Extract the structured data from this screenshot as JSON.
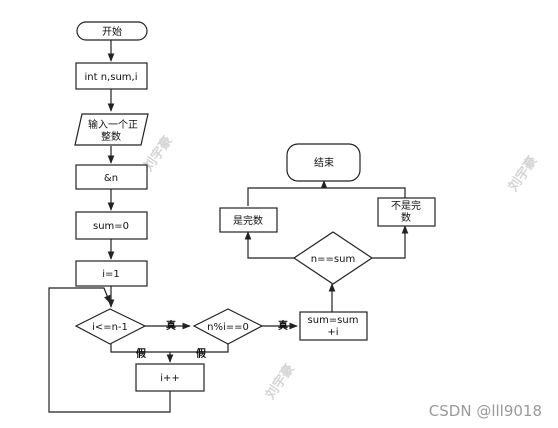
{
  "flowchart": {
    "nodes": {
      "start": "开始",
      "declare": "int n,sum,i",
      "input_line1": "输入一个正",
      "input_line2": "整数",
      "read": "&n",
      "init_sum": "sum=0",
      "init_i": "i=1",
      "cond_loop": "i<=n-1",
      "cond_mod": "n%i==0",
      "accumulate_line1": "sum=sum",
      "accumulate_line2": "+i",
      "increment": "i++",
      "cond_perfect": "n==sum",
      "yes_perfect": "是完数",
      "not_perfect_line1": "不是完",
      "not_perfect_line2": "数",
      "end": "结束"
    },
    "edge_labels": {
      "loop_true": "真",
      "mod_true": "真",
      "loop_false": "假",
      "mod_false": "假"
    }
  },
  "watermarks": [
    "刘宇豪",
    "刘宇豪",
    "刘宇豪"
  ],
  "footer": {
    "credit": "CSDN @lll9018"
  },
  "colors": {
    "line": "#222222",
    "node_fill": "#ffffff"
  }
}
